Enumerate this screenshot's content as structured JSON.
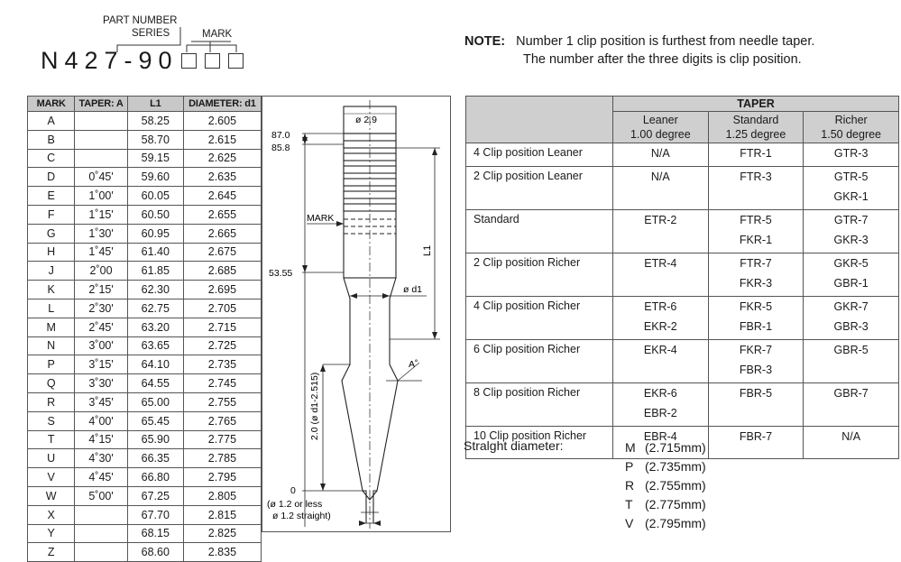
{
  "header": {
    "series_label": "PART NUMBER",
    "series_label2": "SERIES",
    "mark_label": "MARK",
    "part_number": "N427-90"
  },
  "note": {
    "label": "NOTE:",
    "line1": "Number 1 clip position is furthest from needle taper.",
    "line2": "The number after the three digits is clip position."
  },
  "left_table": {
    "headers": [
      "MARK",
      "TAPER: A",
      "L1",
      "DIAMETER: d1"
    ],
    "rows": [
      [
        "A",
        "",
        "58.25",
        "2.605"
      ],
      [
        "B",
        "",
        "58.70",
        "2.615"
      ],
      [
        "C",
        "",
        "59.15",
        "2.625"
      ],
      [
        "D",
        "0˚45'",
        "59.60",
        "2.635"
      ],
      [
        "E",
        "1˚00'",
        "60.05",
        "2.645"
      ],
      [
        "F",
        "1˚15'",
        "60.50",
        "2.655"
      ],
      [
        "G",
        "1˚30'",
        "60.95",
        "2.665"
      ],
      [
        "H",
        "1˚45'",
        "61.40",
        "2.675"
      ],
      [
        "J",
        "2˚00",
        "61.85",
        "2.685"
      ],
      [
        "K",
        "2˚15'",
        "62.30",
        "2.695"
      ],
      [
        "L",
        "2˚30'",
        "62.75",
        "2.705"
      ],
      [
        "M",
        "2˚45'",
        "63.20",
        "2.715"
      ],
      [
        "N",
        "3˚00'",
        "63.65",
        "2.725"
      ],
      [
        "P",
        "3˚15'",
        "64.10",
        "2.735"
      ],
      [
        "Q",
        "3˚30'",
        "64.55",
        "2.745"
      ],
      [
        "R",
        "3˚45'",
        "65.00",
        "2.755"
      ],
      [
        "S",
        "4˚00'",
        "65.45",
        "2.765"
      ],
      [
        "T",
        "4˚15'",
        "65.90",
        "2.775"
      ],
      [
        "U",
        "4˚30'",
        "66.35",
        "2.785"
      ],
      [
        "V",
        "4˚45'",
        "66.80",
        "2.795"
      ],
      [
        "W",
        "5˚00'",
        "67.25",
        "2.805"
      ],
      [
        "X",
        "",
        "67.70",
        "2.815"
      ],
      [
        "Y",
        "",
        "68.15",
        "2.825"
      ],
      [
        "Z",
        "",
        "68.60",
        "2.835"
      ]
    ]
  },
  "diagram": {
    "dim_top": "87.0",
    "dim_second": "85.8",
    "dim_mid": "53.55",
    "dim_zero": "0",
    "dia_top": "ø 2.9",
    "mark_label": "MARK",
    "l1_label": "L1",
    "d1_label": "ø d1",
    "taper_label": "A˚",
    "vertical_label": "2.0 (ø d1-2.515)",
    "bottom_note1": "(ø 1.2 or less",
    "bottom_note2": "ø 1.2 straight)"
  },
  "right_table": {
    "title": "TAPER",
    "columns": [
      {
        "line1": "Leaner",
        "line2": "1.00 degree"
      },
      {
        "line1": "Standard",
        "line2": "1.25 degree"
      },
      {
        "line1": "Richer",
        "line2": "1.50 degree"
      }
    ],
    "rows": [
      {
        "name": "4 Clip position Leaner",
        "leaner": [
          "N/A"
        ],
        "standard": [
          "FTR-1"
        ],
        "richer": [
          "GTR-3"
        ]
      },
      {
        "name": "2 Clip position Leaner",
        "leaner": [
          "N/A"
        ],
        "standard": [
          "FTR-3"
        ],
        "richer": [
          "GTR-5",
          "GKR-1"
        ]
      },
      {
        "name": "Standard",
        "leaner": [
          "ETR-2"
        ],
        "standard": [
          "FTR-5",
          "FKR-1"
        ],
        "richer": [
          "GTR-7",
          "GKR-3"
        ]
      },
      {
        "name": "2 Clip position Richer",
        "leaner": [
          "ETR-4"
        ],
        "standard": [
          "FTR-7",
          "FKR-3"
        ],
        "richer": [
          "GKR-5",
          "GBR-1"
        ]
      },
      {
        "name": "4 Clip position Richer",
        "leaner": [
          "ETR-6",
          "EKR-2"
        ],
        "standard": [
          "FKR-5",
          "FBR-1"
        ],
        "richer": [
          "GKR-7",
          "GBR-3"
        ]
      },
      {
        "name": "6 Clip position Richer",
        "leaner": [
          "EKR-4"
        ],
        "standard": [
          "FKR-7",
          "FBR-3"
        ],
        "richer": [
          "GBR-5"
        ]
      },
      {
        "name": "8 Clip position Richer",
        "leaner": [
          "EKR-6",
          "EBR-2"
        ],
        "standard": [
          "FBR-5"
        ],
        "richer": [
          "GBR-7"
        ]
      },
      {
        "name": "10 Clip position Richer",
        "leaner": [
          "EBR-4"
        ],
        "standard": [
          "FBR-7"
        ],
        "richer": [
          "N/A"
        ]
      }
    ]
  },
  "straight": {
    "label": "Stralght diameter:",
    "items": [
      {
        "mark": "M",
        "value": "(2.715mm)"
      },
      {
        "mark": "P",
        "value": "(2.735mm)"
      },
      {
        "mark": "R",
        "value": "(2.755mm)"
      },
      {
        "mark": "T",
        "value": "(2.775mm)"
      },
      {
        "mark": "V",
        "value": "(2.795mm)"
      }
    ]
  }
}
